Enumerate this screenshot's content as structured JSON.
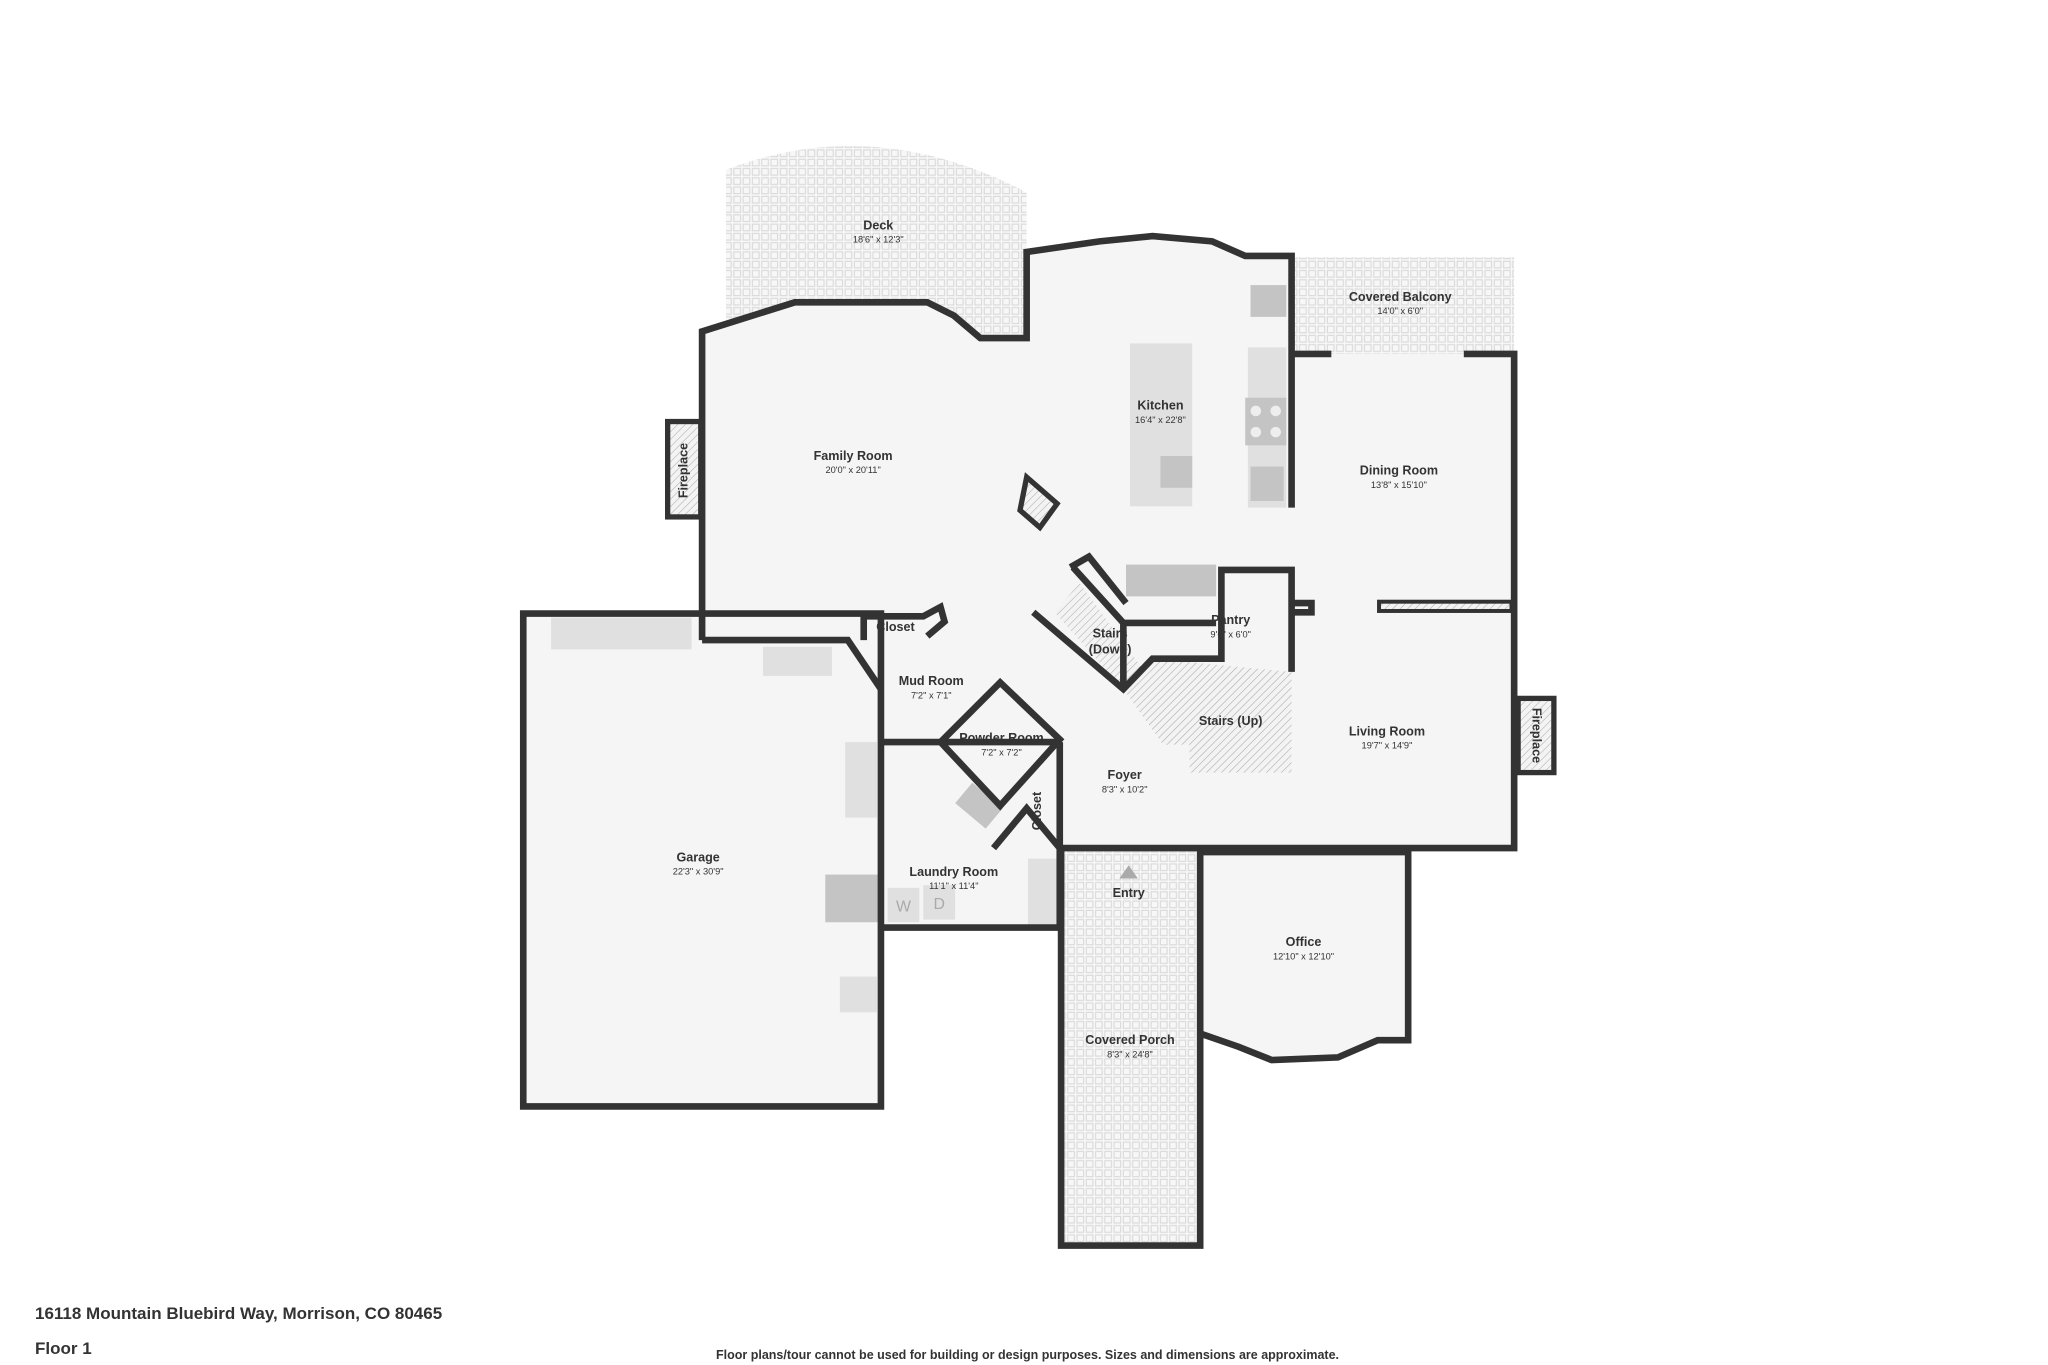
{
  "address": "16118 Mountain Bluebird Way, Morrison, CO 80465",
  "floor": "Floor 1",
  "disclaimer": "Floor plans/tour cannot be used for building or design purposes. Sizes and dimensions are approximate.",
  "colors": {
    "wall": "#333333",
    "floor": "#f5f5f5",
    "fixture": "#e0e0e0"
  },
  "rooms": {
    "deck": {
      "name": "Deck",
      "dims": "18'6\" x 12'3\""
    },
    "covered_balcony": {
      "name": "Covered Balcony",
      "dims": "14'0\" x 6'0\""
    },
    "kitchen": {
      "name": "Kitchen",
      "dims": "16'4\" x 22'8\""
    },
    "family_room": {
      "name": "Family Room",
      "dims": "20'0\" x 20'11\""
    },
    "dining_room": {
      "name": "Dining Room",
      "dims": "13'8\" x 15'10\""
    },
    "pantry": {
      "name": "Pantry",
      "dims": "9'6\" x 6'0\""
    },
    "stairs_down": {
      "name1": "Stairs",
      "name2": "(Down)"
    },
    "closet_1": {
      "name": "Closet"
    },
    "mud_room": {
      "name": "Mud Room",
      "dims": "7'2\" x 7'1\""
    },
    "powder_room": {
      "name": "Powder Room",
      "dims": "7'2\" x 7'2\""
    },
    "stairs_up": {
      "name": "Stairs (Up)"
    },
    "living_room": {
      "name": "Living Room",
      "dims": "19'7\" x 14'9\""
    },
    "foyer": {
      "name": "Foyer",
      "dims": "8'3\" x 10'2\""
    },
    "closet_2": {
      "name": "Closet"
    },
    "garage": {
      "name": "Garage",
      "dims": "22'3\" x 30'9\""
    },
    "laundry_room": {
      "name": "Laundry Room",
      "dims": "11'1\" x 11'4\""
    },
    "entry": {
      "name": "Entry"
    },
    "office": {
      "name": "Office",
      "dims": "12'10\" x 12'10\""
    },
    "covered_porch": {
      "name": "Covered Porch",
      "dims": "8'3\" x 24'8\""
    },
    "fireplace_left": {
      "name": "Fireplace"
    },
    "fireplace_right": {
      "name": "Fireplace"
    }
  },
  "fixtures": {
    "washer": "W",
    "dryer": "D"
  }
}
